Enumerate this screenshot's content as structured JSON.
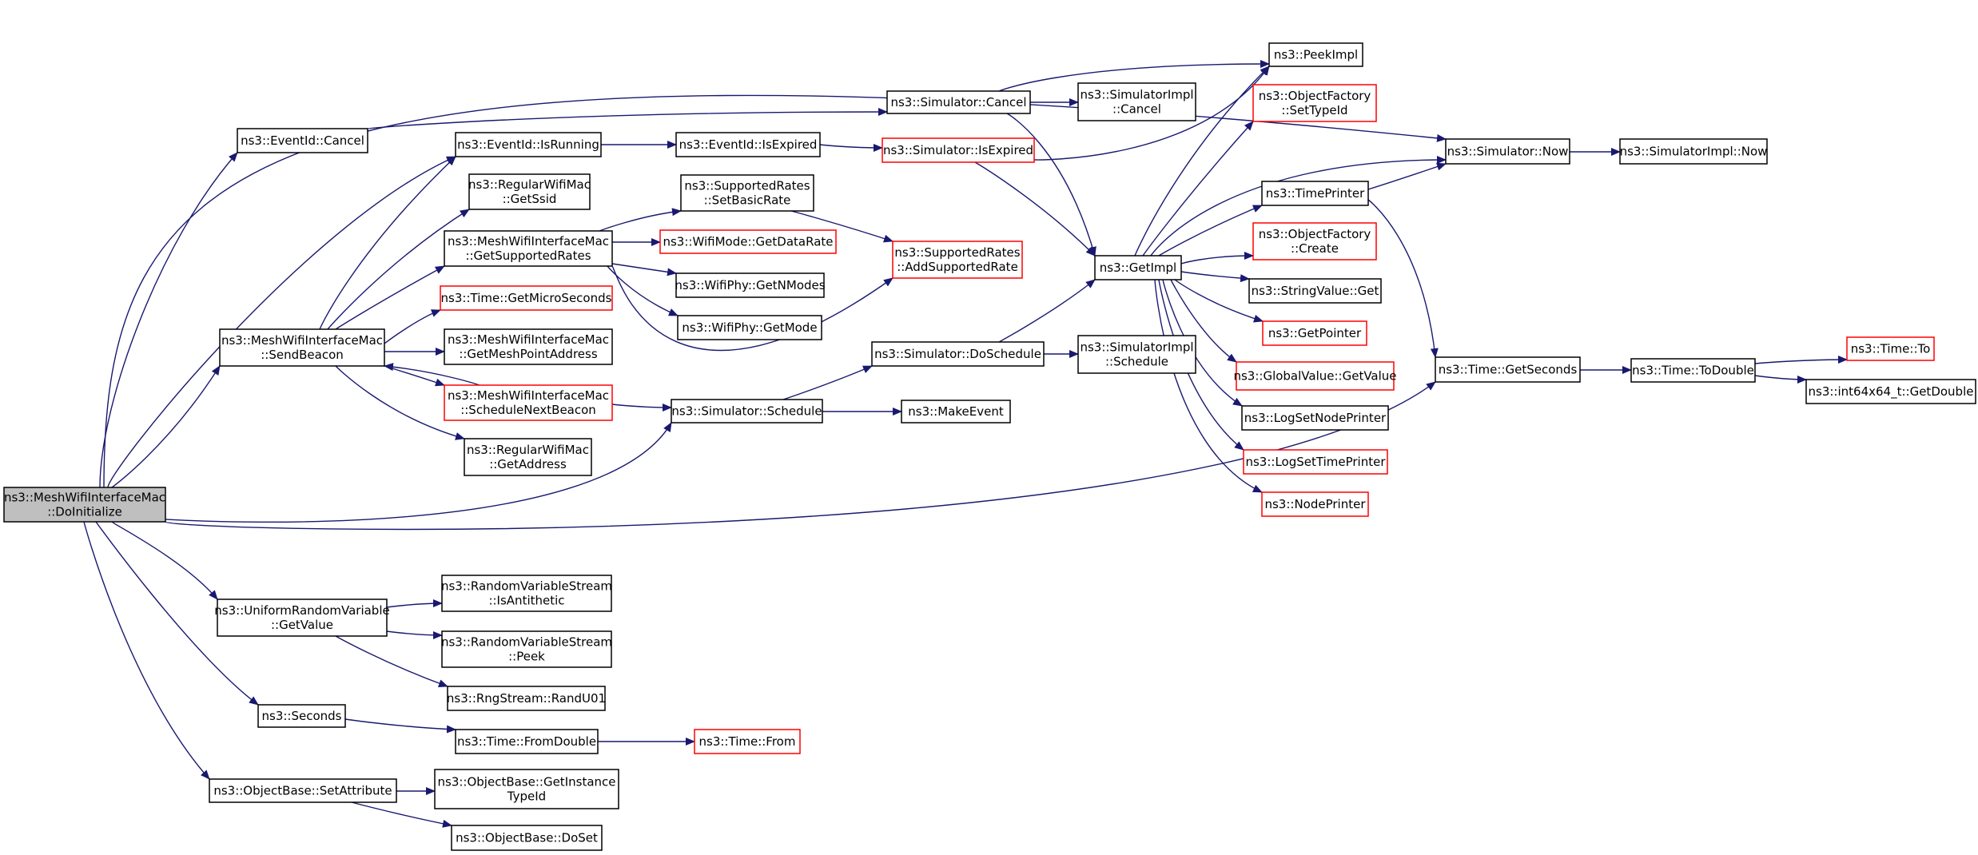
{
  "colors": {
    "edge": "#191970",
    "border": "#000000",
    "border_alt": "#ff0000",
    "root_fill": "#bfbfbf"
  },
  "nodes": [
    {
      "id": "root",
      "lines": [
        "ns3::MeshWifiInterfaceMac",
        "::DoInitialize"
      ],
      "style": "root"
    },
    {
      "id": "evcancel",
      "lines": [
        "ns3::EventId::Cancel"
      ],
      "style": "normal"
    },
    {
      "id": "evrunning",
      "lines": [
        "ns3::EventId::IsRunning"
      ],
      "style": "normal"
    },
    {
      "id": "getssid",
      "lines": [
        "ns3::RegularWifiMac",
        "::GetSsid"
      ],
      "style": "normal"
    },
    {
      "id": "getsuprates",
      "lines": [
        "ns3::MeshWifiInterfaceMac",
        "::GetSupportedRates"
      ],
      "style": "normal"
    },
    {
      "id": "micro",
      "lines": [
        "ns3::Time::GetMicroSeconds"
      ],
      "style": "red"
    },
    {
      "id": "sendbeacon",
      "lines": [
        "ns3::MeshWifiInterfaceMac",
        "::SendBeacon"
      ],
      "style": "normal"
    },
    {
      "id": "meshaddr",
      "lines": [
        "ns3::MeshWifiInterfaceMac",
        "::GetMeshPointAddress"
      ],
      "style": "normal"
    },
    {
      "id": "schednext",
      "lines": [
        "ns3::MeshWifiInterfaceMac",
        "::ScheduleNextBeacon"
      ],
      "style": "red"
    },
    {
      "id": "getaddress",
      "lines": [
        "ns3::RegularWifiMac",
        "::GetAddress"
      ],
      "style": "normal"
    },
    {
      "id": "evexpired",
      "lines": [
        "ns3::EventId::IsExpired"
      ],
      "style": "normal"
    },
    {
      "id": "setbasic",
      "lines": [
        "ns3::SupportedRates",
        "::SetBasicRate"
      ],
      "style": "normal"
    },
    {
      "id": "datarate",
      "lines": [
        "ns3::WifiMode::GetDataRate"
      ],
      "style": "red"
    },
    {
      "id": "nmodes",
      "lines": [
        "ns3::WifiPhy::GetNModes"
      ],
      "style": "normal"
    },
    {
      "id": "getmode",
      "lines": [
        "ns3::WifiPhy::GetMode"
      ],
      "style": "normal"
    },
    {
      "id": "addrate",
      "lines": [
        "ns3::SupportedRates",
        "::AddSupportedRate"
      ],
      "style": "red"
    },
    {
      "id": "simcancel",
      "lines": [
        "ns3::Simulator::Cancel"
      ],
      "style": "normal"
    },
    {
      "id": "implcancel",
      "lines": [
        "ns3::SimulatorImpl",
        "::Cancel"
      ],
      "style": "normal"
    },
    {
      "id": "simexpired",
      "lines": [
        "ns3::Simulator::IsExpired"
      ],
      "style": "red"
    },
    {
      "id": "dosched",
      "lines": [
        "ns3::Simulator::DoSchedule"
      ],
      "style": "normal"
    },
    {
      "id": "implsched",
      "lines": [
        "ns3::SimulatorImpl",
        "::Schedule"
      ],
      "style": "normal"
    },
    {
      "id": "simsched",
      "lines": [
        "ns3::Simulator::Schedule"
      ],
      "style": "normal"
    },
    {
      "id": "makeevent",
      "lines": [
        "ns3::MakeEvent"
      ],
      "style": "normal"
    },
    {
      "id": "peekimpl",
      "lines": [
        "ns3::PeekImpl"
      ],
      "style": "normal"
    },
    {
      "id": "settypeid",
      "lines": [
        "ns3::ObjectFactory",
        "::SetTypeId"
      ],
      "style": "red"
    },
    {
      "id": "timeprinter",
      "lines": [
        "ns3::TimePrinter"
      ],
      "style": "normal"
    },
    {
      "id": "getimpl",
      "lines": [
        "ns3::GetImpl"
      ],
      "style": "normal"
    },
    {
      "id": "ofcreate",
      "lines": [
        "ns3::ObjectFactory",
        "::Create"
      ],
      "style": "red"
    },
    {
      "id": "strget",
      "lines": [
        "ns3::StringValue::Get"
      ],
      "style": "normal"
    },
    {
      "id": "getpointer",
      "lines": [
        "ns3::GetPointer"
      ],
      "style": "red"
    },
    {
      "id": "gvgetvalue",
      "lines": [
        "ns3::GlobalValue::GetValue"
      ],
      "style": "red"
    },
    {
      "id": "lognode",
      "lines": [
        "ns3::LogSetNodePrinter"
      ],
      "style": "normal"
    },
    {
      "id": "logtime",
      "lines": [
        "ns3::LogSetTimePrinter"
      ],
      "style": "red"
    },
    {
      "id": "nodeprinter",
      "lines": [
        "ns3::NodePrinter"
      ],
      "style": "red"
    },
    {
      "id": "simnow",
      "lines": [
        "ns3::Simulator::Now"
      ],
      "style": "normal"
    },
    {
      "id": "implnow",
      "lines": [
        "ns3::SimulatorImpl::Now"
      ],
      "style": "normal"
    },
    {
      "id": "getseconds",
      "lines": [
        "ns3::Time::GetSeconds"
      ],
      "style": "normal"
    },
    {
      "id": "todouble",
      "lines": [
        "ns3::Time::ToDouble"
      ],
      "style": "normal"
    },
    {
      "id": "timeto",
      "lines": [
        "ns3::Time::To"
      ],
      "style": "red"
    },
    {
      "id": "int64",
      "lines": [
        "ns3::int64x64_t::GetDouble"
      ],
      "style": "normal"
    },
    {
      "id": "urvget",
      "lines": [
        "ns3::UniformRandomVariable",
        "::GetValue"
      ],
      "style": "normal"
    },
    {
      "id": "rvsanti",
      "lines": [
        "ns3::RandomVariableStream",
        "::IsAntithetic"
      ],
      "style": "normal"
    },
    {
      "id": "rvspeek",
      "lines": [
        "ns3::RandomVariableStream",
        "::Peek"
      ],
      "style": "normal"
    },
    {
      "id": "randu01",
      "lines": [
        "ns3::RngStream::RandU01"
      ],
      "style": "normal"
    },
    {
      "id": "seconds",
      "lines": [
        "ns3::Seconds"
      ],
      "style": "normal"
    },
    {
      "id": "fromdouble",
      "lines": [
        "ns3::Time::FromDouble"
      ],
      "style": "normal"
    },
    {
      "id": "timefrom",
      "lines": [
        "ns3::Time::From"
      ],
      "style": "red"
    },
    {
      "id": "setattr",
      "lines": [
        "ns3::ObjectBase::SetAttribute"
      ],
      "style": "normal"
    },
    {
      "id": "getinst",
      "lines": [
        "ns3::ObjectBase::GetInstance",
        "TypeId"
      ],
      "style": "normal"
    },
    {
      "id": "doset",
      "lines": [
        "ns3::ObjectBase::DoSet"
      ],
      "style": "normal"
    }
  ],
  "edges": [
    [
      "root",
      "evcancel"
    ],
    [
      "root",
      "evrunning"
    ],
    [
      "root",
      "sendbeacon"
    ],
    [
      "root",
      "simsched"
    ],
    [
      "root",
      "simnow"
    ],
    [
      "root",
      "getseconds"
    ],
    [
      "root",
      "urvget"
    ],
    [
      "root",
      "seconds"
    ],
    [
      "root",
      "setattr"
    ],
    [
      "evcancel",
      "simcancel"
    ],
    [
      "evrunning",
      "evexpired"
    ],
    [
      "evexpired",
      "simexpired"
    ],
    [
      "sendbeacon",
      "evrunning"
    ],
    [
      "sendbeacon",
      "getssid"
    ],
    [
      "sendbeacon",
      "getsuprates"
    ],
    [
      "sendbeacon",
      "micro"
    ],
    [
      "sendbeacon",
      "meshaddr"
    ],
    [
      "sendbeacon",
      "schednext"
    ],
    [
      "sendbeacon",
      "getaddress"
    ],
    [
      "schednext",
      "sendbeacon"
    ],
    [
      "schednext",
      "simsched"
    ],
    [
      "getsuprates",
      "setbasic"
    ],
    [
      "getsuprates",
      "datarate"
    ],
    [
      "getsuprates",
      "nmodes"
    ],
    [
      "getsuprates",
      "getmode"
    ],
    [
      "getsuprates",
      "addrate"
    ],
    [
      "setbasic",
      "addrate"
    ],
    [
      "simcancel",
      "peekimpl"
    ],
    [
      "simcancel",
      "implcancel"
    ],
    [
      "simcancel",
      "getimpl"
    ],
    [
      "simexpired",
      "peekimpl"
    ],
    [
      "simexpired",
      "getimpl"
    ],
    [
      "simsched",
      "dosched"
    ],
    [
      "simsched",
      "makeevent"
    ],
    [
      "dosched",
      "implsched"
    ],
    [
      "dosched",
      "getimpl"
    ],
    [
      "getimpl",
      "peekimpl"
    ],
    [
      "getimpl",
      "settypeid"
    ],
    [
      "getimpl",
      "simnow"
    ],
    [
      "getimpl",
      "timeprinter"
    ],
    [
      "getimpl",
      "ofcreate"
    ],
    [
      "getimpl",
      "strget"
    ],
    [
      "getimpl",
      "getpointer"
    ],
    [
      "getimpl",
      "gvgetvalue"
    ],
    [
      "getimpl",
      "lognode"
    ],
    [
      "getimpl",
      "logtime"
    ],
    [
      "getimpl",
      "nodeprinter"
    ],
    [
      "timeprinter",
      "simnow"
    ],
    [
      "timeprinter",
      "getseconds"
    ],
    [
      "simnow",
      "implnow"
    ],
    [
      "getseconds",
      "todouble"
    ],
    [
      "todouble",
      "timeto"
    ],
    [
      "todouble",
      "int64"
    ],
    [
      "urvget",
      "rvsanti"
    ],
    [
      "urvget",
      "rvspeek"
    ],
    [
      "urvget",
      "randu01"
    ],
    [
      "seconds",
      "fromdouble"
    ],
    [
      "fromdouble",
      "timefrom"
    ],
    [
      "setattr",
      "getinst"
    ],
    [
      "setattr",
      "doset"
    ]
  ]
}
